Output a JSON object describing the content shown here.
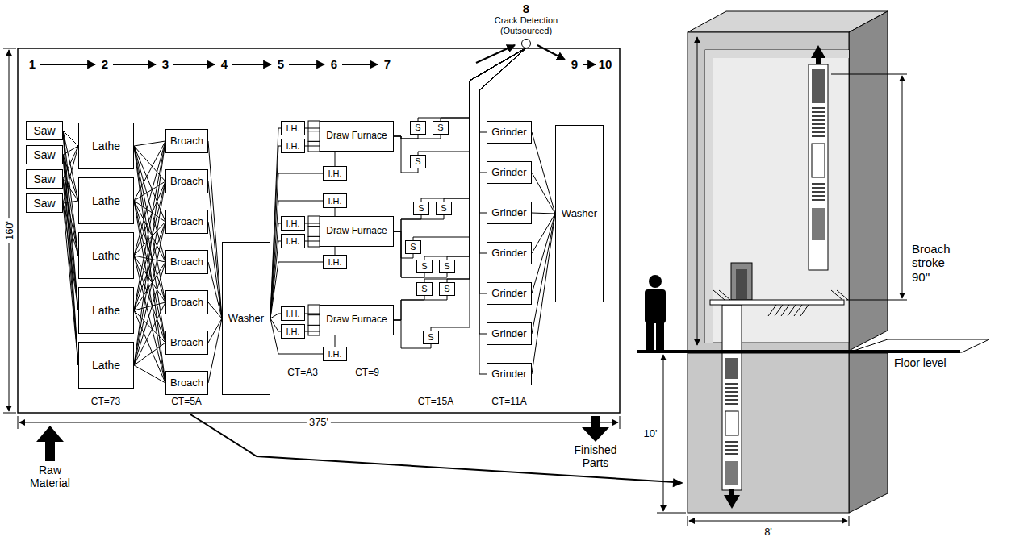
{
  "diagram": {
    "nodes": [
      {
        "text": [
          "Saw"
        ]
      },
      {
        "text": [
          "Saw"
        ]
      },
      {
        "text": [
          "Saw"
        ]
      },
      {
        "text": [
          "Saw"
        ]
      },
      {
        "text": [
          "Lathe"
        ]
      },
      {
        "text": [
          "Lathe"
        ]
      },
      {
        "text": [
          "Lathe"
        ]
      },
      {
        "text": [
          "Lathe"
        ]
      },
      {
        "text": [
          "Lathe"
        ]
      },
      {
        "text": [
          "Broach"
        ]
      },
      {
        "text": [
          "Broach"
        ]
      },
      {
        "text": [
          "Broach"
        ]
      },
      {
        "text": [
          "Broach"
        ]
      },
      {
        "text": [
          "Broach"
        ]
      },
      {
        "text": [
          "Broach"
        ]
      },
      {
        "text": [
          "Broach"
        ]
      },
      {
        "text": [
          "Washer"
        ]
      },
      {
        "text": [
          "I.H."
        ]
      },
      {
        "text": [
          "I.H."
        ]
      },
      {
        "text": [
          "I.H."
        ]
      },
      {
        "text": [
          "I.H."
        ]
      },
      {
        "text": [
          "I.H."
        ]
      },
      {
        "text": [
          "I.H."
        ]
      },
      {
        "text": [
          "I.H."
        ]
      },
      {
        "text": [
          "I.H."
        ]
      },
      {
        "text": [
          "I.H."
        ]
      },
      {
        "text": [
          "I.H."
        ]
      },
      {
        "text": [
          "Draw Furnace"
        ]
      },
      {
        "text": [
          "Draw Furnace"
        ]
      },
      {
        "text": [
          "Draw Furnace"
        ]
      },
      {
        "text": [
          "S"
        ]
      },
      {
        "text": [
          "S"
        ]
      },
      {
        "text": [
          "S"
        ]
      },
      {
        "text": [
          "S"
        ]
      },
      {
        "text": [
          "S"
        ]
      },
      {
        "text": [
          "S"
        ]
      },
      {
        "text": [
          "S"
        ]
      },
      {
        "text": [
          "S"
        ]
      },
      {
        "text": [
          "S"
        ]
      },
      {
        "text": [
          "S"
        ]
      },
      {
        "text": [
          "S"
        ]
      },
      {
        "text": [
          "8",
          "Crack Detection (Outsourced)"
        ]
      },
      {
        "text": [
          "Grinder"
        ]
      },
      {
        "text": [
          "Grinder"
        ]
      },
      {
        "text": [
          "Grinder"
        ]
      },
      {
        "text": [
          "Grinder"
        ]
      },
      {
        "text": [
          "Grinder"
        ]
      },
      {
        "text": [
          "Grinder"
        ]
      },
      {
        "text": [
          "Grinder"
        ]
      },
      {
        "text": [
          "Washer"
        ]
      }
    ],
    "edges": [
      {
        "from": 0,
        "to": 4,
        "arrow": "none"
      },
      {
        "from": 0,
        "to": 5,
        "arrow": "none"
      },
      {
        "from": 0,
        "to": 6,
        "arrow": "none"
      },
      {
        "from": 0,
        "to": 7,
        "arrow": "none"
      },
      {
        "from": 0,
        "to": 8,
        "arrow": "none"
      },
      {
        "from": 1,
        "to": 4,
        "arrow": "none"
      },
      {
        "from": 1,
        "to": 5,
        "arrow": "none"
      },
      {
        "from": 1,
        "to": 6,
        "arrow": "none"
      },
      {
        "from": 1,
        "to": 7,
        "arrow": "none"
      },
      {
        "from": 1,
        "to": 8,
        "arrow": "none"
      },
      {
        "from": 2,
        "to": 4,
        "arrow": "none"
      },
      {
        "from": 2,
        "to": 5,
        "arrow": "none"
      },
      {
        "from": 2,
        "to": 6,
        "arrow": "none"
      },
      {
        "from": 2,
        "to": 7,
        "arrow": "none"
      },
      {
        "from": 2,
        "to": 8,
        "arrow": "none"
      },
      {
        "from": 3,
        "to": 4,
        "arrow": "none"
      },
      {
        "from": 3,
        "to": 5,
        "arrow": "none"
      },
      {
        "from": 3,
        "to": 6,
        "arrow": "none"
      },
      {
        "from": 3,
        "to": 7,
        "arrow": "none"
      },
      {
        "from": 3,
        "to": 8,
        "arrow": "none"
      },
      {
        "from": 4,
        "to": 9,
        "arrow": "none"
      },
      {
        "from": 4,
        "to": 10,
        "arrow": "none"
      },
      {
        "from": 4,
        "to": 11,
        "arrow": "none"
      },
      {
        "from": 4,
        "to": 12,
        "arrow": "none"
      },
      {
        "from": 4,
        "to": 13,
        "arrow": "none"
      },
      {
        "from": 4,
        "to": 14,
        "arrow": "none"
      },
      {
        "from": 4,
        "to": 15,
        "arrow": "none"
      },
      {
        "from": 5,
        "to": 9,
        "arrow": "none"
      },
      {
        "from": 5,
        "to": 10,
        "arrow": "none"
      },
      {
        "from": 5,
        "to": 11,
        "arrow": "none"
      },
      {
        "from": 5,
        "to": 12,
        "arrow": "none"
      },
      {
        "from": 5,
        "to": 13,
        "arrow": "none"
      },
      {
        "from": 5,
        "to": 14,
        "arrow": "none"
      },
      {
        "from": 5,
        "to": 15,
        "arrow": "none"
      },
      {
        "from": 6,
        "to": 9,
        "arrow": "none"
      },
      {
        "from": 6,
        "to": 10,
        "arrow": "none"
      },
      {
        "from": 6,
        "to": 11,
        "arrow": "none"
      },
      {
        "from": 6,
        "to": 12,
        "arrow": "none"
      },
      {
        "from": 6,
        "to": 13,
        "arrow": "none"
      },
      {
        "from": 6,
        "to": 14,
        "arrow": "none"
      },
      {
        "from": 6,
        "to": 15,
        "arrow": "none"
      },
      {
        "from": 7,
        "to": 9,
        "arrow": "none"
      },
      {
        "from": 7,
        "to": 10,
        "arrow": "none"
      },
      {
        "from": 7,
        "to": 11,
        "arrow": "none"
      },
      {
        "from": 7,
        "to": 12,
        "arrow": "none"
      },
      {
        "from": 7,
        "to": 13,
        "arrow": "none"
      },
      {
        "from": 7,
        "to": 14,
        "arrow": "none"
      },
      {
        "from": 7,
        "to": 15,
        "arrow": "none"
      },
      {
        "from": 8,
        "to": 9,
        "arrow": "none"
      },
      {
        "from": 8,
        "to": 10,
        "arrow": "none"
      },
      {
        "from": 8,
        "to": 11,
        "arrow": "none"
      },
      {
        "from": 8,
        "to": 12,
        "arrow": "none"
      },
      {
        "from": 8,
        "to": 13,
        "arrow": "none"
      },
      {
        "from": 8,
        "to": 14,
        "arrow": "none"
      },
      {
        "from": 8,
        "to": 15,
        "arrow": "none"
      },
      {
        "from": 9,
        "to": 16,
        "arrow": "none"
      },
      {
        "from": 10,
        "to": 16,
        "arrow": "none"
      },
      {
        "from": 11,
        "to": 16,
        "arrow": "none"
      },
      {
        "from": 12,
        "to": 16,
        "arrow": "none"
      },
      {
        "from": 13,
        "to": 16,
        "arrow": "none"
      },
      {
        "from": 14,
        "to": 16,
        "arrow": "none"
      },
      {
        "from": 15,
        "to": 16,
        "arrow": "none"
      },
      {
        "from": 16,
        "to": 17,
        "arrow": "none"
      },
      {
        "from": 16,
        "to": 18,
        "arrow": "none"
      },
      {
        "from": 16,
        "to": 19,
        "arrow": "none"
      },
      {
        "from": 16,
        "to": 20,
        "arrow": "none"
      },
      {
        "from": 16,
        "to": 21,
        "arrow": "none"
      },
      {
        "from": 16,
        "to": 22,
        "arrow": "none"
      },
      {
        "from": 16,
        "to": 23,
        "arrow": "none"
      },
      {
        "from": 16,
        "to": 24,
        "arrow": "none"
      },
      {
        "from": 16,
        "to": 25,
        "arrow": "none"
      },
      {
        "from": 16,
        "to": 26,
        "arrow": "none"
      },
      {
        "from": 17,
        "to": 27,
        "arrow": "none"
      },
      {
        "from": 18,
        "to": 27,
        "arrow": "none"
      },
      {
        "from": 19,
        "to": 27,
        "arrow": "none"
      },
      {
        "from": 20,
        "to": 28,
        "arrow": "none"
      },
      {
        "from": 21,
        "to": 28,
        "arrow": "none"
      },
      {
        "from": 22,
        "to": 28,
        "arrow": "none"
      },
      {
        "from": 23,
        "to": 28,
        "arrow": "none"
      },
      {
        "from": 24,
        "to": 29,
        "arrow": "none"
      },
      {
        "from": 25,
        "to": 29,
        "arrow": "none"
      },
      {
        "from": 26,
        "to": 29,
        "arrow": "none"
      },
      {
        "from": 27,
        "to": 30,
        "arrow": "none"
      },
      {
        "from": 27,
        "to": 31,
        "arrow": "none"
      },
      {
        "from": 27,
        "to": 32,
        "arrow": "none"
      },
      {
        "from": 28,
        "to": 33,
        "arrow": "none"
      },
      {
        "from": 28,
        "to": 34,
        "arrow": "none"
      },
      {
        "from": 28,
        "to": 35,
        "arrow": "none"
      },
      {
        "from": 28,
        "to": 36,
        "arrow": "none"
      },
      {
        "from": 28,
        "to": 37,
        "arrow": "none"
      },
      {
        "from": 29,
        "to": 38,
        "arrow": "none"
      },
      {
        "from": 29,
        "to": 39,
        "arrow": "none"
      },
      {
        "from": 29,
        "to": 40,
        "arrow": "none"
      },
      {
        "from": 30,
        "to": 41,
        "arrow": "none"
      },
      {
        "from": 31,
        "to": 41,
        "arrow": "none"
      },
      {
        "from": 32,
        "to": 41,
        "arrow": "none"
      },
      {
        "from": 33,
        "to": 41,
        "arrow": "none"
      },
      {
        "from": 34,
        "to": 41,
        "arrow": "none"
      },
      {
        "from": 35,
        "to": 41,
        "arrow": "none"
      },
      {
        "from": 36,
        "to": 41,
        "arrow": "none"
      },
      {
        "from": 37,
        "to": 41,
        "arrow": "none"
      },
      {
        "from": 38,
        "to": 41,
        "arrow": "none"
      },
      {
        "from": 39,
        "to": 41,
        "arrow": "none"
      },
      {
        "from": 40,
        "to": 41,
        "arrow": "none"
      },
      {
        "from": 41,
        "to": 42,
        "arrow": "none"
      },
      {
        "from": 41,
        "to": 43,
        "arrow": "none"
      },
      {
        "from": 41,
        "to": 44,
        "arrow": "none"
      },
      {
        "from": 41,
        "to": 45,
        "arrow": "none"
      },
      {
        "from": 41,
        "to": 46,
        "arrow": "none"
      },
      {
        "from": 41,
        "to": 47,
        "arrow": "none"
      },
      {
        "from": 41,
        "to": 48,
        "arrow": "none"
      },
      {
        "from": 42,
        "to": 49,
        "arrow": "none"
      },
      {
        "from": 43,
        "to": 49,
        "arrow": "none"
      },
      {
        "from": 44,
        "to": 49,
        "arrow": "none"
      },
      {
        "from": 45,
        "to": 49,
        "arrow": "none"
      },
      {
        "from": 46,
        "to": 49,
        "arrow": "none"
      },
      {
        "from": 47,
        "to": 49,
        "arrow": "none"
      },
      {
        "from": 48,
        "to": 49,
        "arrow": "none"
      }
    ],
    "labels": [
      "1",
      "2",
      "3",
      "4",
      "5",
      "6",
      "7",
      "9",
      "10",
      "CT=73",
      "CT=5A",
      "CT=A3",
      "CT=9",
      "CT=15A",
      "CT=11A",
      "160'",
      "375'",
      "Raw Material",
      "Finished Parts",
      "Broach stroke 90''",
      "Floor level",
      "10'",
      "8'"
    ]
  }
}
